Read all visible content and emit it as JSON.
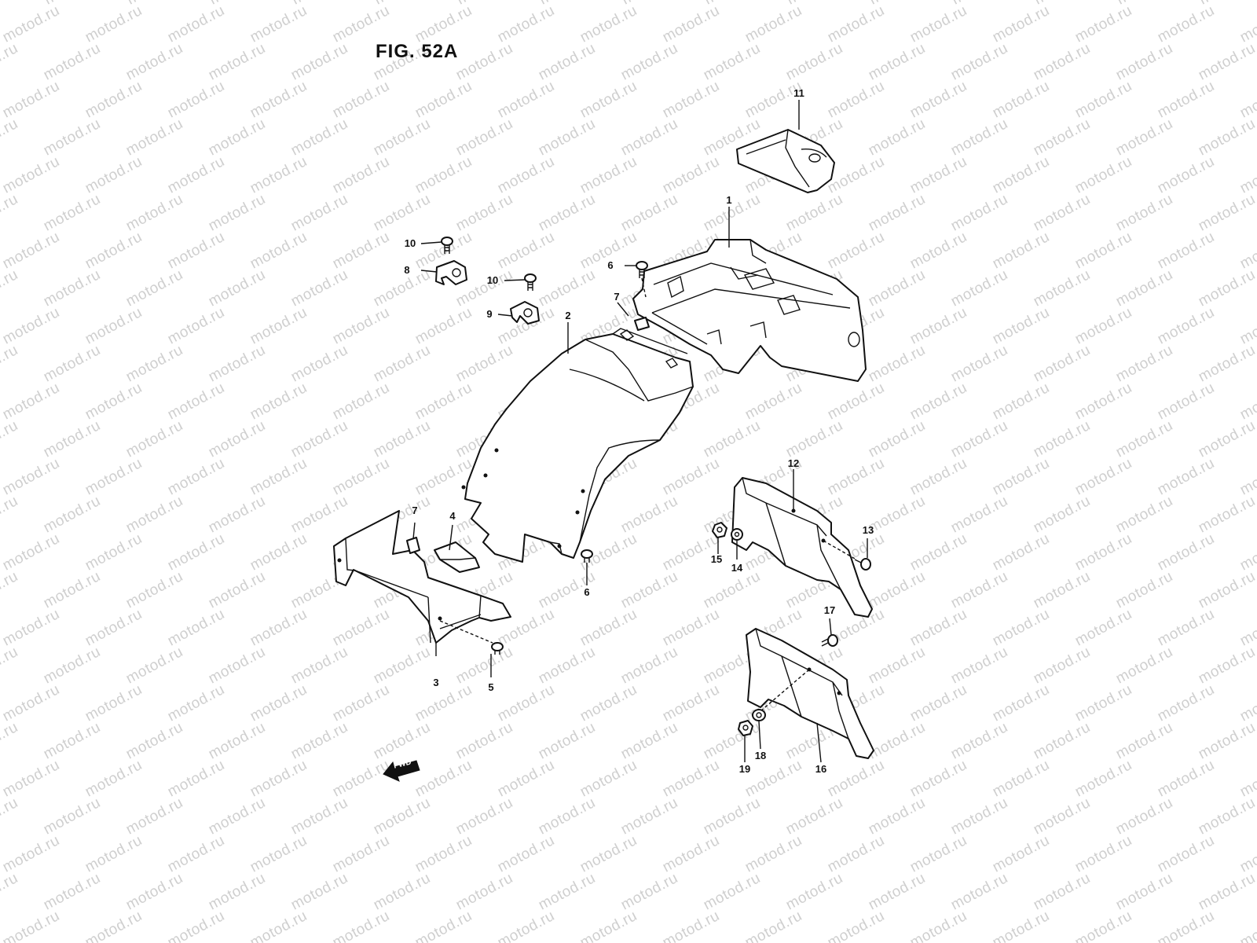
{
  "figure": {
    "title": "FIG. 52A",
    "watermark_text": "motod.ru",
    "fwd_label": "FWD"
  },
  "parts": [
    {
      "id": "p1",
      "label": "1",
      "name": "rear-frame-cover"
    },
    {
      "id": "p2",
      "label": "2",
      "name": "rear-fender"
    },
    {
      "id": "p3",
      "label": "3",
      "name": "fender-bracket"
    },
    {
      "id": "p4",
      "label": "4",
      "name": "fender-clip"
    },
    {
      "id": "p5",
      "label": "5",
      "name": "bolt"
    },
    {
      "id": "p6a",
      "label": "6",
      "name": "screw-upper"
    },
    {
      "id": "p6b",
      "label": "6",
      "name": "screw-lower"
    },
    {
      "id": "p7a",
      "label": "7",
      "name": "nut-upper"
    },
    {
      "id": "p7b",
      "label": "7",
      "name": "nut-lower"
    },
    {
      "id": "p8",
      "label": "8",
      "name": "clamp-a"
    },
    {
      "id": "p9",
      "label": "9",
      "name": "clamp-b"
    },
    {
      "id": "p10a",
      "label": "10",
      "name": "screw-clamp-a"
    },
    {
      "id": "p10b",
      "label": "10",
      "name": "screw-clamp-b"
    },
    {
      "id": "p11",
      "label": "11",
      "name": "tool-bag"
    },
    {
      "id": "p12",
      "label": "12",
      "name": "license-plate-bracket"
    },
    {
      "id": "p13",
      "label": "13",
      "name": "bracket-bolt"
    },
    {
      "id": "p14",
      "label": "14",
      "name": "washer"
    },
    {
      "id": "p15",
      "label": "15",
      "name": "nut"
    },
    {
      "id": "p16",
      "label": "16",
      "name": "license-plate-bracket-lower"
    },
    {
      "id": "p17",
      "label": "17",
      "name": "bracket-bolt-lower"
    },
    {
      "id": "p18",
      "label": "18",
      "name": "washer-lower"
    },
    {
      "id": "p19",
      "label": "19",
      "name": "nut-lower"
    }
  ]
}
